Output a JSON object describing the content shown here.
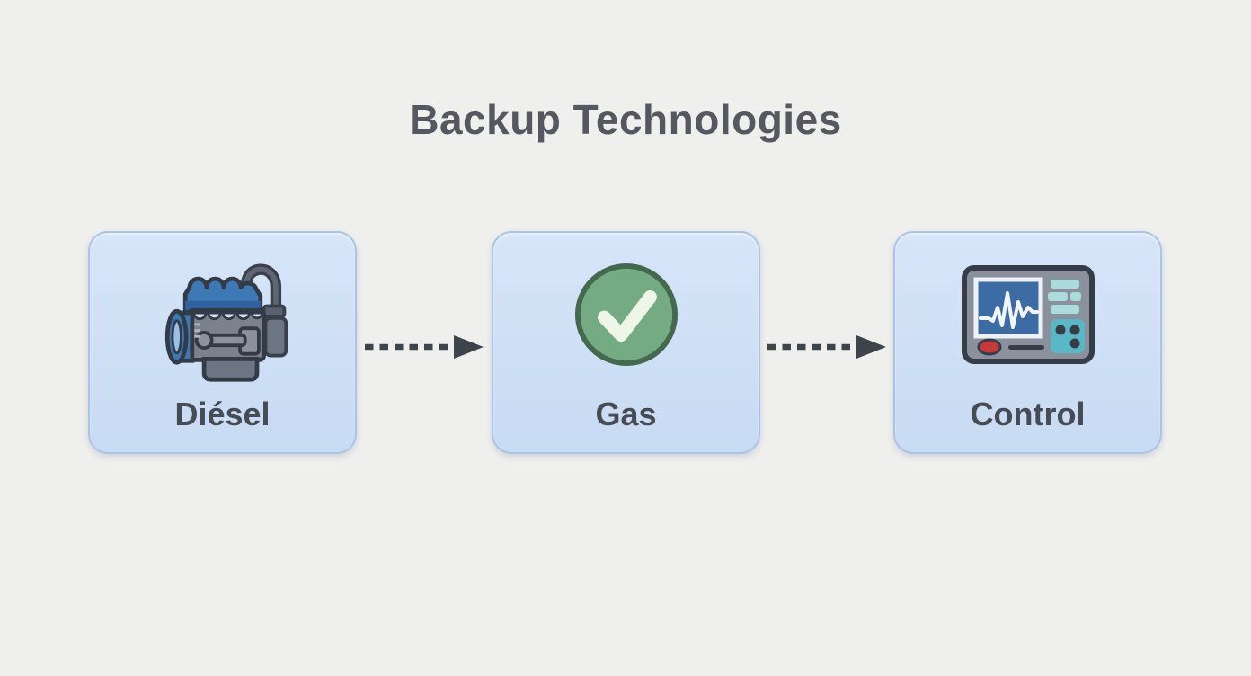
{
  "page": {
    "title": "Backup Technologies"
  },
  "diagram": {
    "nodes": [
      {
        "id": "diesel",
        "label": "Diésel",
        "icon": "diesel-engine-icon"
      },
      {
        "id": "gas",
        "label": "Gas",
        "icon": "check-circle-icon"
      },
      {
        "id": "control",
        "label": "Control",
        "icon": "control-panel-icon"
      }
    ],
    "connectors": [
      {
        "from": "diesel",
        "to": "gas",
        "style": "dashed-arrow",
        "direction": "right"
      },
      {
        "from": "gas",
        "to": "control",
        "style": "dashed-arrow",
        "direction": "right"
      }
    ],
    "colors": {
      "background": "#efefee",
      "title_text": "#55595f",
      "label_text": "#474c54",
      "node_fill_top": "#d7e5f8",
      "node_fill_bottom": "#c7dbf3",
      "node_border": "#a9c4e6",
      "arrow": "#3f444b",
      "check_green_fill": "#74ab82",
      "check_green_border": "#44694e",
      "check_mark": "#eef6e8",
      "engine_blue": "#3d7ab5",
      "engine_gray": "#7b818d",
      "engine_outline": "#333b47",
      "panel_gray": "#8b909d",
      "panel_outline": "#363c48",
      "panel_screen_blue": "#3c6ca3",
      "panel_screen_frame": "#eef2f7",
      "panel_teal_bars": "#a9dcda",
      "panel_teal_pad": "#58b8c6",
      "panel_button_red": "#c8393c"
    }
  }
}
